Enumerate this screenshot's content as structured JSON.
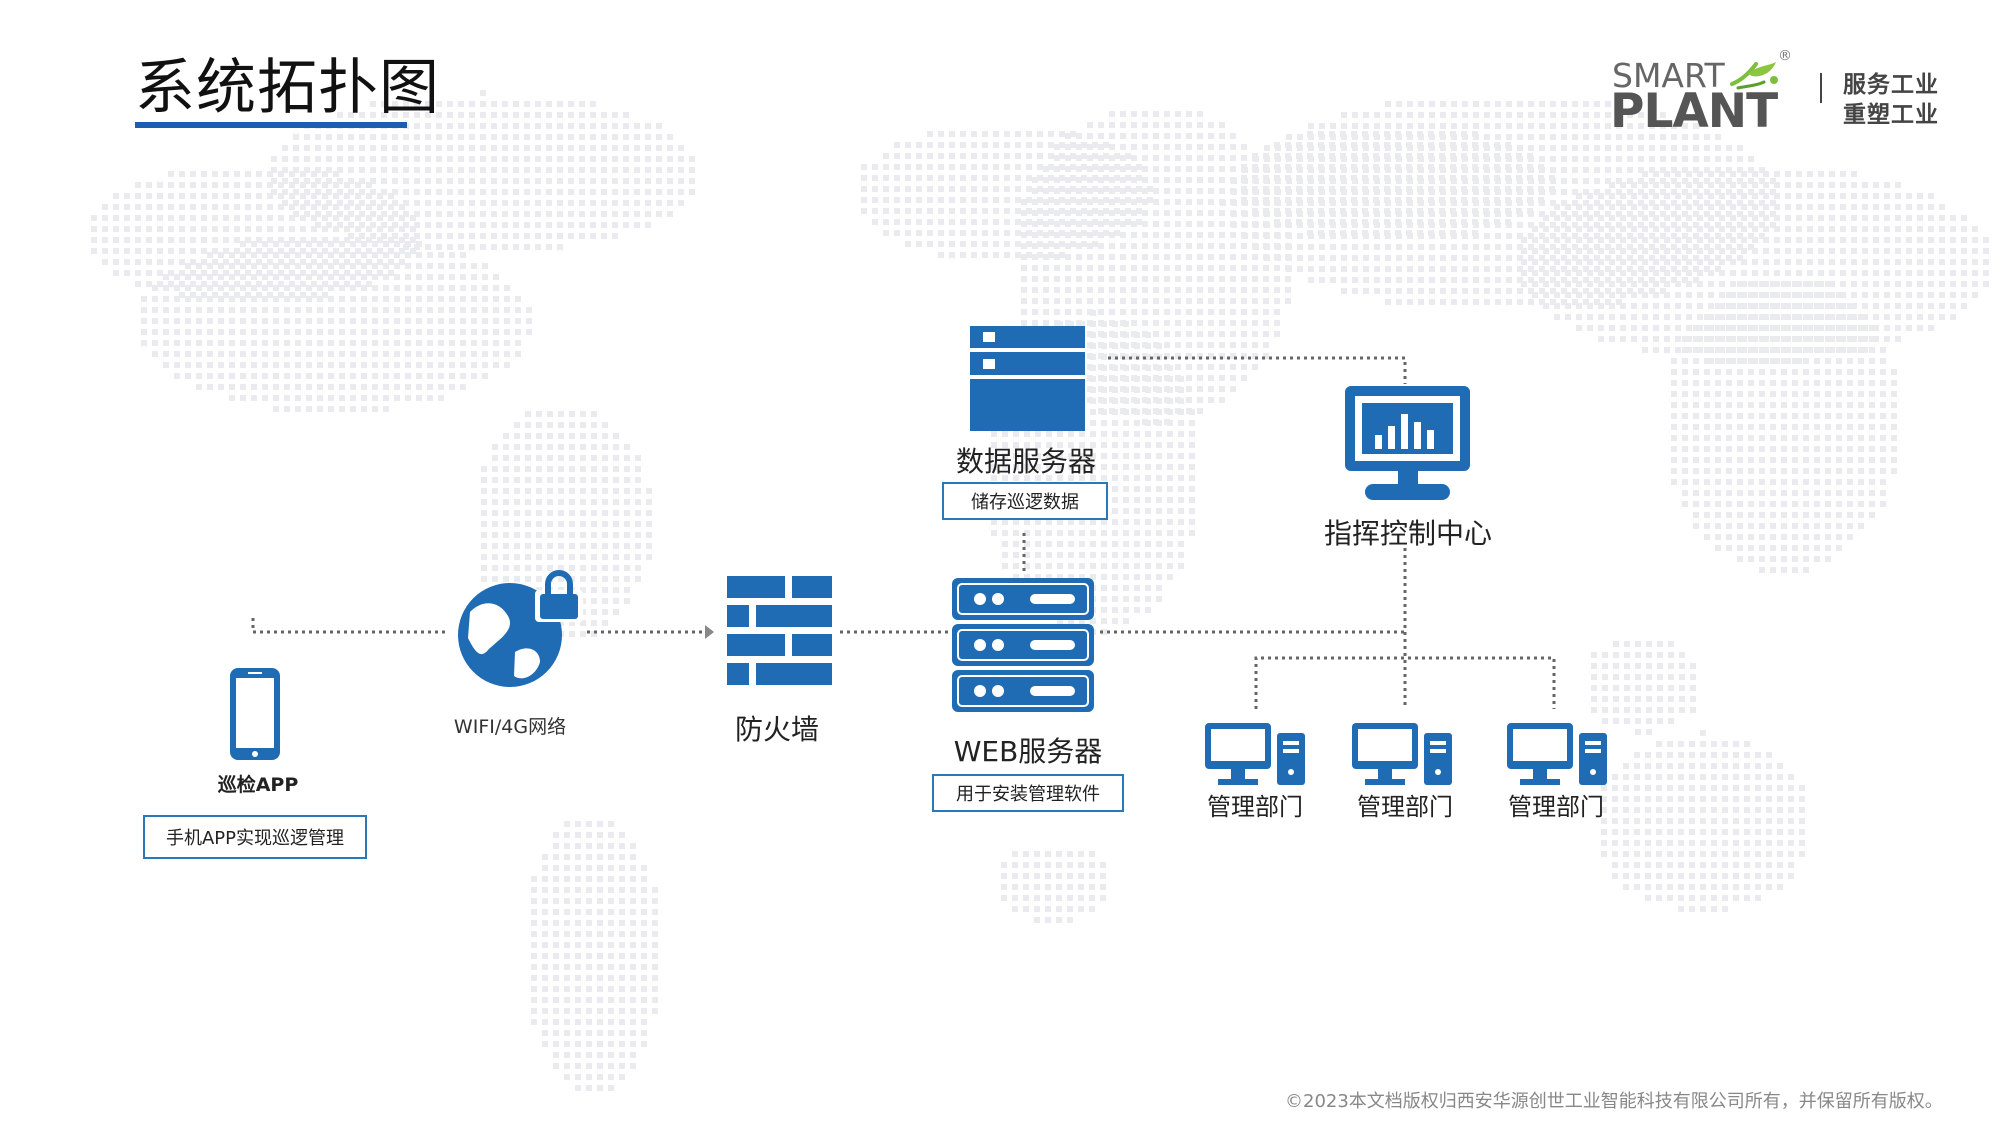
{
  "page_title": "系统拓扑图",
  "logo": {
    "line1": "SMART",
    "line2": "PLANT",
    "registered": "®",
    "slogan1": "服务工业",
    "slogan2": "重塑工业"
  },
  "nodes": {
    "patrol_app": {
      "label": "巡检APP",
      "caption": "手机APP实现巡逻管理",
      "icon": "smartphone-icon"
    },
    "network": {
      "label": "WIFI/4G网络",
      "icon": "globe-lock-icon"
    },
    "firewall": {
      "label": "防火墙",
      "icon": "brick-wall-icon"
    },
    "data_server": {
      "label": "数据服务器",
      "caption": "储存巡逻数据",
      "icon": "database-server-icon"
    },
    "web_server": {
      "label": "WEB服务器",
      "caption": "用于安装管理软件",
      "icon": "web-server-icon"
    },
    "command_center": {
      "label": "指挥控制中心",
      "icon": "monitor-chart-icon"
    },
    "departments": [
      {
        "label": "管理部门",
        "icon": "desktop-computer-icon"
      },
      {
        "label": "管理部门",
        "icon": "desktop-computer-icon"
      },
      {
        "label": "管理部门",
        "icon": "desktop-computer-icon"
      }
    ]
  },
  "colors": {
    "accent": "#1f6cb5",
    "connector": "#666666",
    "map_dots": "#e9ebee",
    "title_underline": "#1f5db5"
  },
  "copyright": "©2023本文档版权归西安华源创世工业智能科技有限公司所有，并保留所有版权。"
}
